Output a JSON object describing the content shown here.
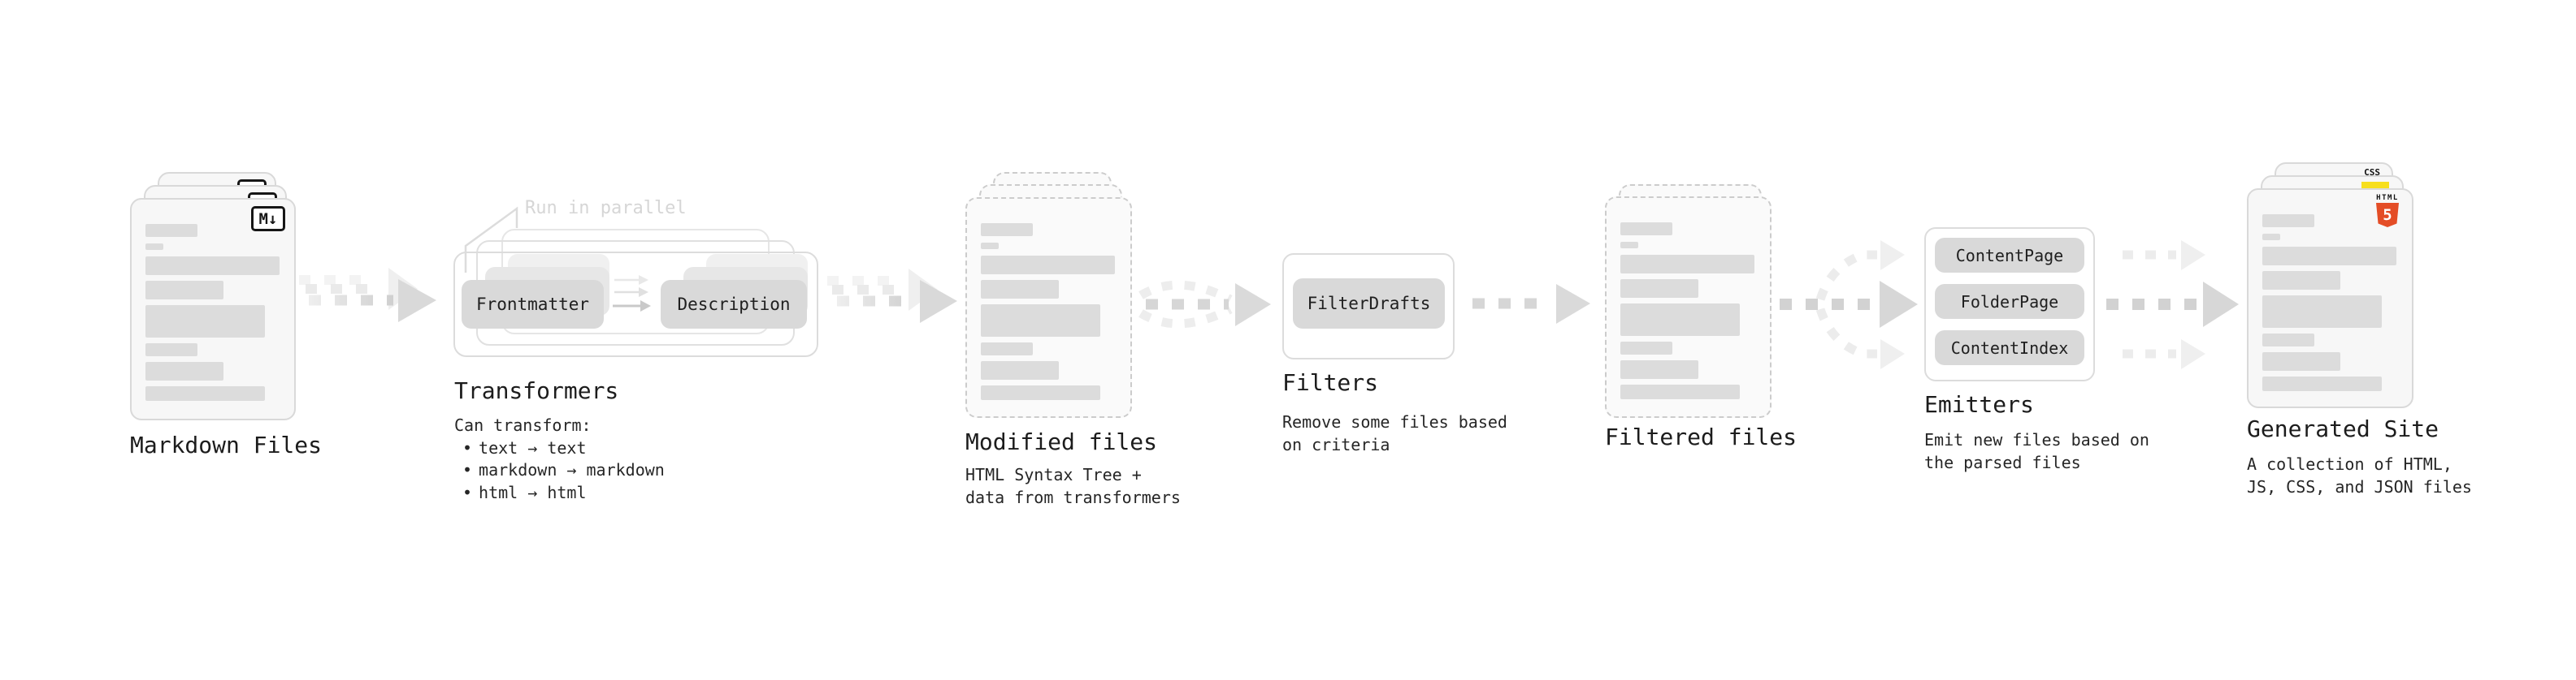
{
  "diagram": {
    "markdown_files": {
      "label": "Markdown Files",
      "badge": "M↓"
    },
    "transformers": {
      "label": "Transformers",
      "annotation": "Run in parallel",
      "pill_left": "Frontmatter",
      "pill_right": "Description",
      "caption_title": "Can transform:",
      "bullets": [
        "text → text",
        "markdown → markdown",
        "html → html"
      ]
    },
    "modified_files": {
      "label": "Modified files",
      "caption_line1": "HTML Syntax Tree +",
      "caption_line2": "data from transformers"
    },
    "filters": {
      "label": "Filters",
      "pill": "FilterDrafts",
      "caption_line1": "Remove some files based",
      "caption_line2": "on criteria"
    },
    "filtered_files": {
      "label": "Filtered files"
    },
    "emitters": {
      "label": "Emitters",
      "pills": [
        "ContentPage",
        "FolderPage",
        "ContentIndex"
      ],
      "caption_line1": "Emit new files based on",
      "caption_line2": "the parsed files"
    },
    "generated_site": {
      "label": "Generated Site",
      "caption_line1": "A collection of HTML,",
      "caption_line2": "JS, CSS, and JSON files",
      "html5_badge_word": "HTML",
      "html5_badge_number": "5",
      "css_badge_text": "CSS"
    },
    "colors": {
      "card_border": "#d9d9d9",
      "dashed_border": "#cccccc",
      "bar_fill": "#dcdcdc",
      "pill_fill": "#d9d9d9",
      "arrow_gray": "#d6d6d6",
      "arrow_light": "#ececec",
      "annotation_gray": "#d6d6d6",
      "html5_orange": "#e44d26",
      "js_yellow": "#f7df1e",
      "css_blue": "#2f6bf2",
      "badge_black": "#161616"
    }
  }
}
